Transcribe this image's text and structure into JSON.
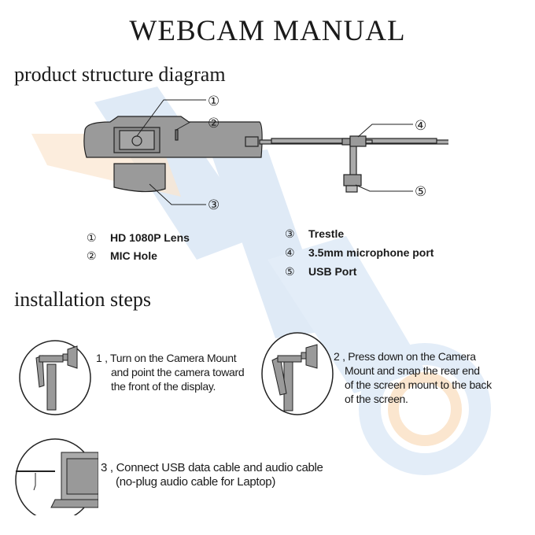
{
  "title": "WEBCAM MANUAL",
  "structure": {
    "heading": "product structure diagram",
    "callouts": [
      "①",
      "②",
      "③",
      "④",
      "⑤"
    ],
    "legend": [
      {
        "num": "①",
        "label": "HD 1080P Lens"
      },
      {
        "num": "②",
        "label": "MIC Hole"
      },
      {
        "num": "③",
        "label": "Trestle"
      },
      {
        "num": "④",
        "label": "3.5mm microphone port"
      },
      {
        "num": "⑤",
        "label": "USB Port"
      }
    ]
  },
  "installation": {
    "heading": "installation steps",
    "steps": [
      {
        "lines": [
          "1 , Turn on the Camera Mount",
          "and point the camera toward",
          "the front of the display."
        ]
      },
      {
        "lines": [
          "2 , Press down on the Camera",
          "Mount and snap the rear end",
          "of the screen mount to the back",
          "of the screen."
        ]
      },
      {
        "lines": [
          "3 , Connect USB data cable and audio cable",
          "(no-plug audio cable for Laptop)"
        ]
      }
    ]
  },
  "colors": {
    "watermark_blue": "#dbe9f7",
    "watermark_orange": "#fbe3c8",
    "device_gray": "#9a9a9a"
  }
}
